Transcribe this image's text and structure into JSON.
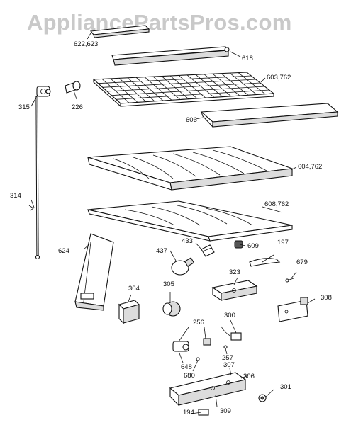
{
  "watermark": "AppliancePartsPros.com",
  "labels": {
    "l622": "622,623",
    "l618": "618",
    "l603": "603,762",
    "l315": "315",
    "l226": "226",
    "l606": "606",
    "l604": "604,762",
    "l314": "314",
    "l608": "608,762",
    "l624": "624",
    "l433": "433",
    "l609": "609",
    "l197": "197",
    "l437": "437",
    "l679": "679",
    "l323": "323",
    "l304": "304",
    "l305": "305",
    "l308": "308",
    "l256": "256",
    "l300": "300",
    "l257": "257",
    "l648": "648",
    "l680": "680",
    "l307": "307",
    "l306": "306",
    "l301": "301",
    "l194": "194",
    "l309": "309"
  }
}
